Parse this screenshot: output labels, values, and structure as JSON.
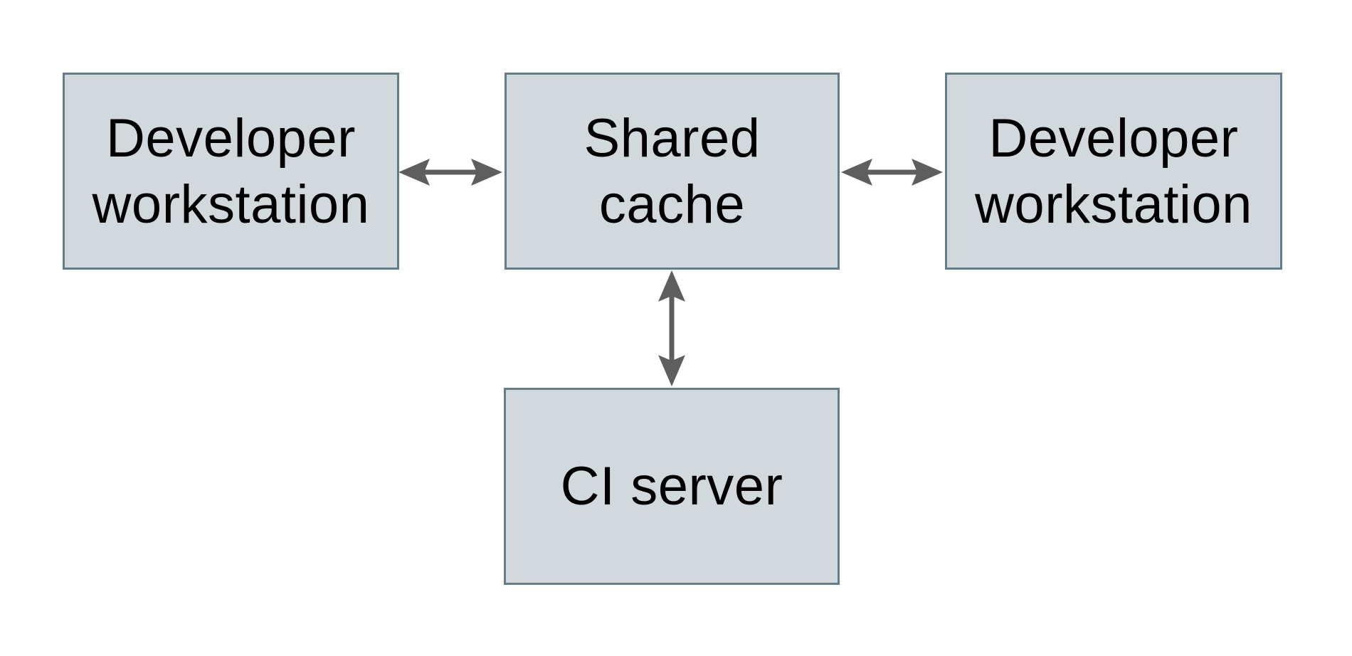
{
  "diagram": {
    "title": "Shared cache architecture diagram",
    "colors": {
      "canvas_bg": "#ffffff",
      "box_fill": "#d2d9dc",
      "box_border": "#647d87",
      "arrow_color": "#5e5e5e",
      "text_color": "#000000"
    },
    "nodes": [
      {
        "id": "developer-workstation-left",
        "label": "Developer\nworkstation"
      },
      {
        "id": "shared-cache",
        "label": "Shared\ncache"
      },
      {
        "id": "developer-workstation-right",
        "label": "Developer\nworkstation"
      },
      {
        "id": "ci-server",
        "label": "CI server"
      }
    ],
    "edges": [
      {
        "from": "developer-workstation-left",
        "to": "shared-cache",
        "direction": "bidirectional",
        "orientation": "horizontal"
      },
      {
        "from": "developer-workstation-right",
        "to": "shared-cache",
        "direction": "bidirectional",
        "orientation": "horizontal"
      },
      {
        "from": "ci-server",
        "to": "shared-cache",
        "direction": "bidirectional",
        "orientation": "vertical"
      }
    ]
  }
}
